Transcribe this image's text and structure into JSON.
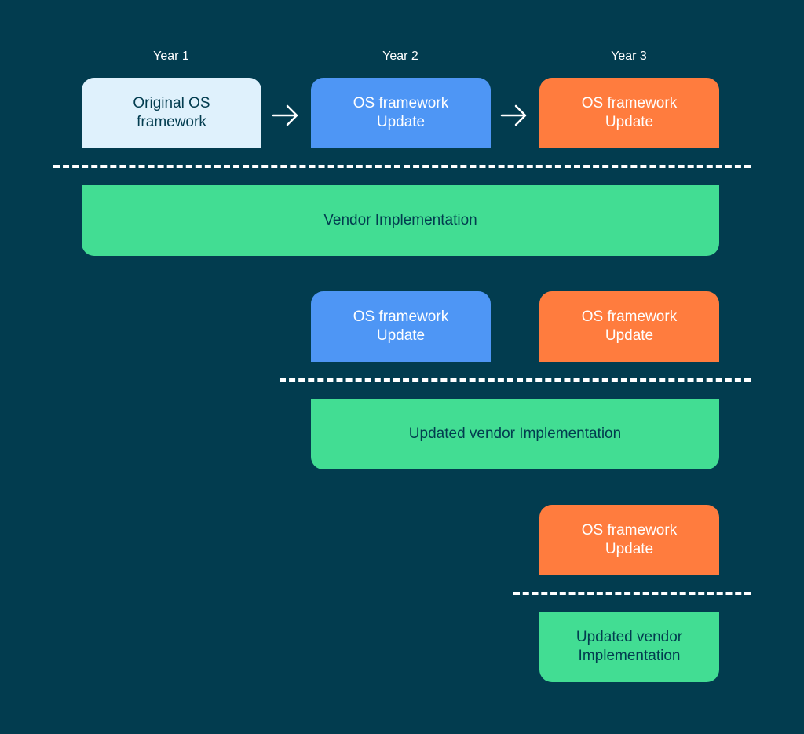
{
  "years": [
    "Year 1",
    "Year 2",
    "Year 3"
  ],
  "row1": {
    "original": "Original OS\nframework",
    "update_year2": "OS framework\nUpdate",
    "update_year3": "OS framework\nUpdate",
    "vendor": "Vendor Implementation"
  },
  "row2": {
    "update_year2": "OS framework\nUpdate",
    "update_year3": "OS framework\nUpdate",
    "vendor": "Updated vendor Implementation"
  },
  "row3": {
    "update_year3": "OS framework\nUpdate",
    "vendor": "Updated vendor\nImplementation"
  },
  "colors": {
    "background": "#023C4F",
    "original": "#DFF1FC",
    "blue": "#4E96F5",
    "orange": "#FF7C3E",
    "green": "#42DD93",
    "text_dark": "#023C4F",
    "text_light": "#FFFFFF"
  },
  "icons": {
    "arrow": "right-arrow-icon"
  }
}
